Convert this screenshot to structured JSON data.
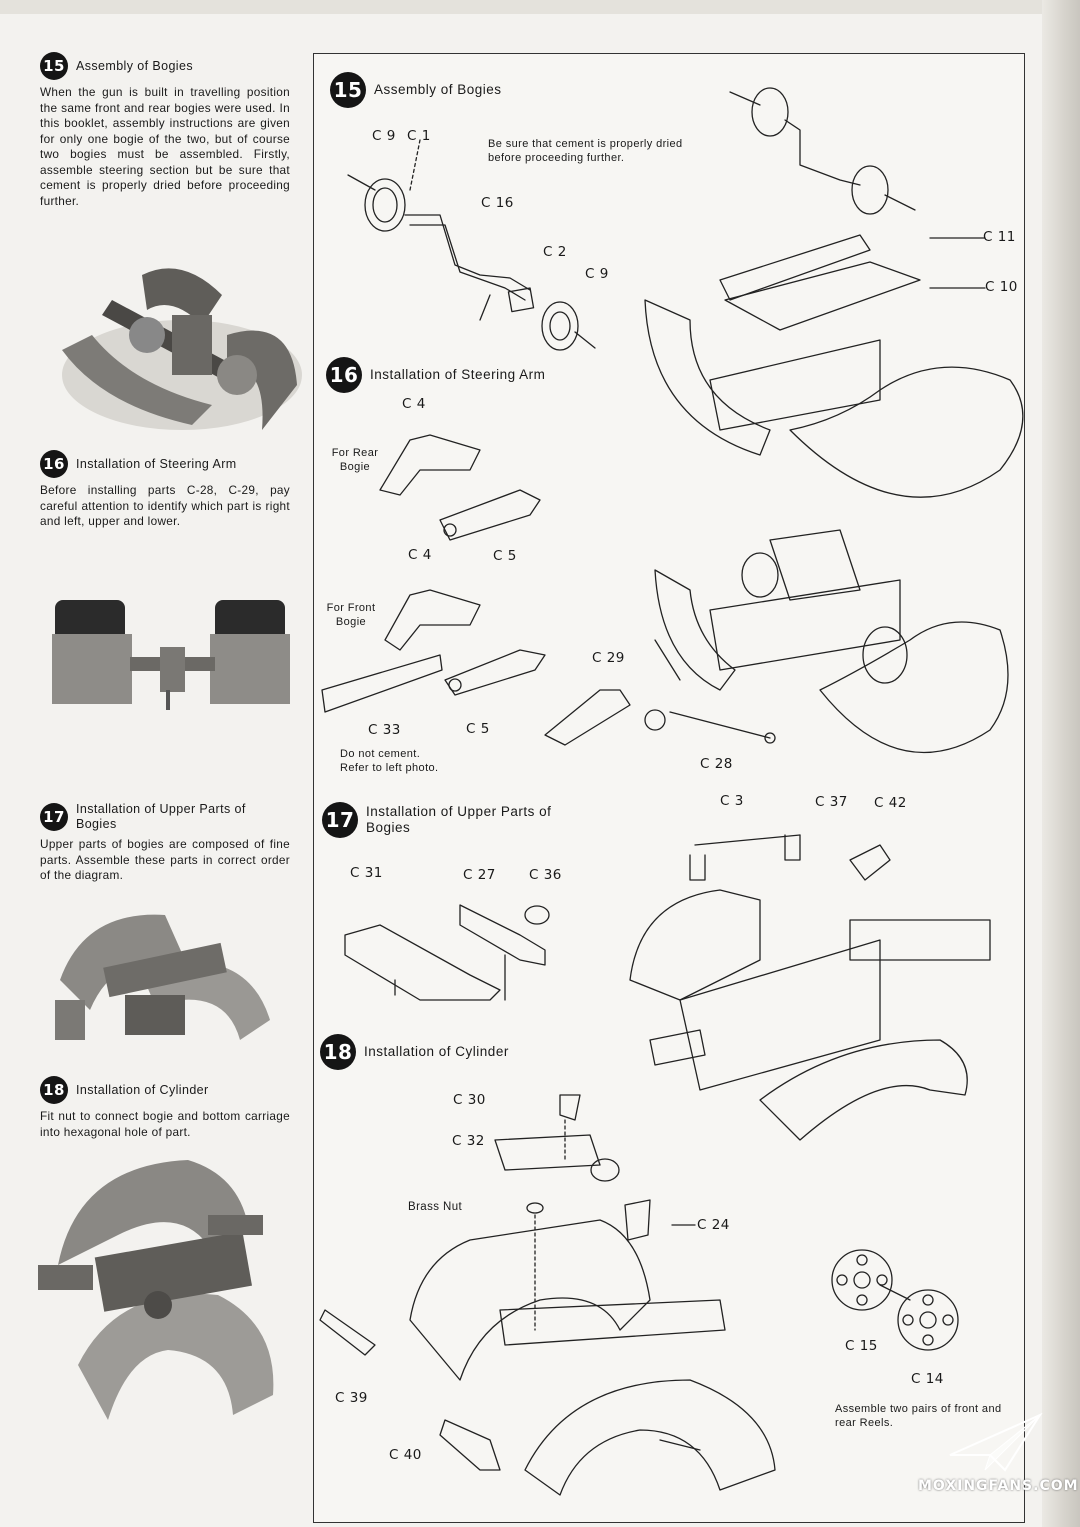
{
  "left": {
    "sections": [
      {
        "number": "15",
        "title": "Assembly of Bogies",
        "body": "When the gun is built in travelling position the same front and rear bogies were used. In this booklet, assembly instructions are given for only one bogie of the two, but of course two bogies must be assembled. Firstly, assemble steering section but be sure that cement is properly dried before proceeding further."
      },
      {
        "number": "16",
        "title": "Installation of Steering Arm",
        "body": "Before installing parts C-28, C-29, pay careful attention to identify which part is right and left, upper and lower."
      },
      {
        "number": "17",
        "title": "Installation of Upper Parts of Bogies",
        "body": "Upper parts of bogies are composed of fine parts. Assemble these parts in correct order of the diagram."
      },
      {
        "number": "18",
        "title": "Installation of Cylinder",
        "body": "Fit nut to connect bogie and bottom carriage into hexagonal hole of part."
      }
    ]
  },
  "right": {
    "step15": {
      "number": "15",
      "title": "Assembly of Bogies",
      "note": "Be sure that cement is properly dried before proceeding further.",
      "parts": [
        "C 9",
        "C 1",
        "C 16",
        "C 2",
        "C 9",
        "C 11",
        "C 10"
      ]
    },
    "step16": {
      "number": "16",
      "title": "Installation of Steering Arm",
      "rear_label": "For Rear Bogie",
      "front_label": "For Front Bogie",
      "note": "Do not cement. Refer to left photo.",
      "parts": [
        "C 4",
        "C 5",
        "C 4",
        "C 5",
        "C 33",
        "C 29",
        "C 28"
      ]
    },
    "step17": {
      "number": "17",
      "title": "Installation of Upper Parts of Bogies",
      "parts": [
        "C 31",
        "C 27",
        "C 36",
        "C 3",
        "C 37",
        "C 42"
      ]
    },
    "step18": {
      "number": "18",
      "title": "Installation of Cylinder",
      "brass_nut": "Brass Nut",
      "note": "Assemble two pairs of front and rear Reels.",
      "parts": [
        "C 30",
        "C 32",
        "C 24",
        "C 39",
        "C 40",
        "C 15",
        "C 14"
      ]
    }
  },
  "watermark": "MOXINGFANS.COM"
}
